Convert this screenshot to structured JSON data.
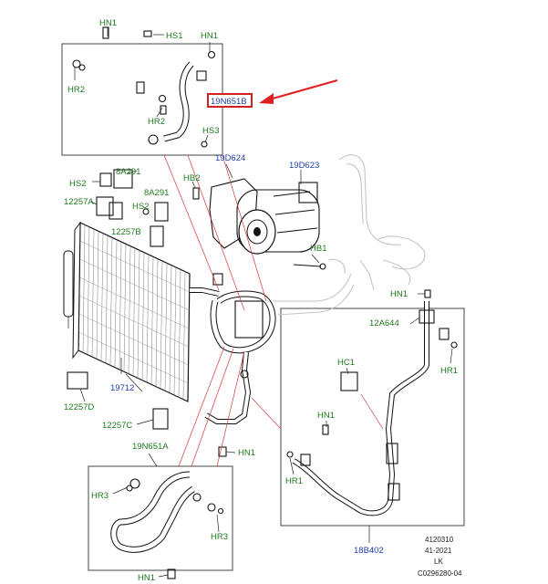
{
  "labels": {
    "hn1_top": "HN1",
    "hs1": "HS1",
    "hn1_top_right": "HN1",
    "hr2_left": "HR2",
    "callout": "19N651B",
    "hr2_mid": "HR2",
    "hs3": "HS3",
    "p19d624": "19D624",
    "p19d623": "19D623",
    "hs2_left": "HS2",
    "p8a291_top": "8A291",
    "hb2": "HB2",
    "p12257a": "12257A",
    "p8a291_mid": "8A291",
    "hs2_mid": "HS2",
    "p12257b": "12257B",
    "hb1": "HB1",
    "hn1_right": "HN1",
    "p12a644": "12A644",
    "hr1_right": "HR1",
    "hc1": "HC1",
    "p19712": "19712",
    "p12257d": "12257D",
    "p12257c": "12257C",
    "hn1_mid": "HN1",
    "p19n651a": "19N651A",
    "hn1_bottom_center": "HN1",
    "hr1_bottom_box": "HR1",
    "hr3_left": "HR3",
    "hr3_right": "HR3",
    "hn1_bottom": "HN1",
    "p18b402": "18B402"
  },
  "footer": {
    "line1": "4120310",
    "line2": "41-2021",
    "line3": "LK",
    "line4": "C0296280-04"
  },
  "colors": {
    "callout_border": "#d22020",
    "arrow": "#e02020",
    "green_label": "#1f7a1f",
    "blue_label": "#1f3fa8"
  }
}
